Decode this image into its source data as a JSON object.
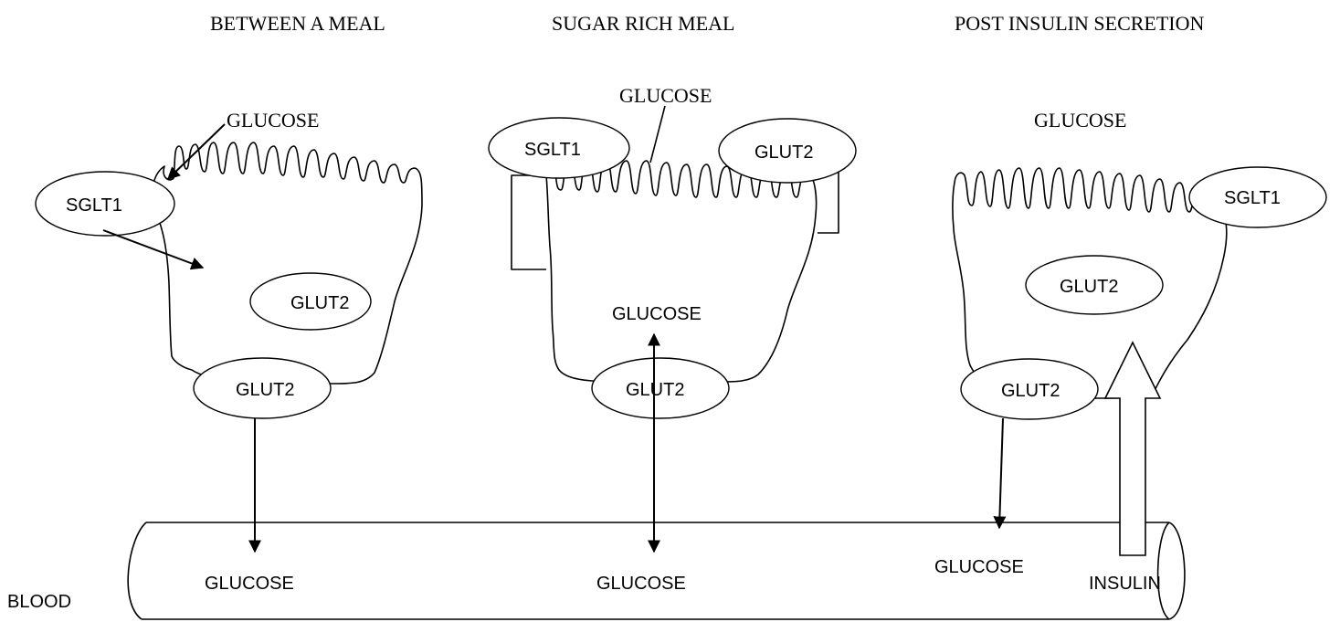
{
  "panels": [
    {
      "title": "BETWEEN A MEAL",
      "glucose_top": "GLUCOSE",
      "sglt1": "SGLT1",
      "glut2_inner": "GLUT2",
      "glut2_base": "GLUT2",
      "blood_glucose": "GLUCOSE"
    },
    {
      "title": "SUGAR RICH MEAL",
      "glucose_top": "GLUCOSE",
      "sglt1": "SGLT1",
      "glut2_apical": "GLUT2",
      "glucose_inner": "GLUCOSE",
      "glut2_base": "GLUT2",
      "blood_glucose": "GLUCOSE"
    },
    {
      "title": "POST INSULIN SECRETION",
      "glucose_top": "GLUCOSE",
      "sglt1": "SGLT1",
      "glut2_inner": "GLUT2",
      "glut2_base": "GLUT2",
      "blood_glucose": "GLUCOSE",
      "insulin": "INSULIN"
    }
  ],
  "blood_label": "BLOOD"
}
